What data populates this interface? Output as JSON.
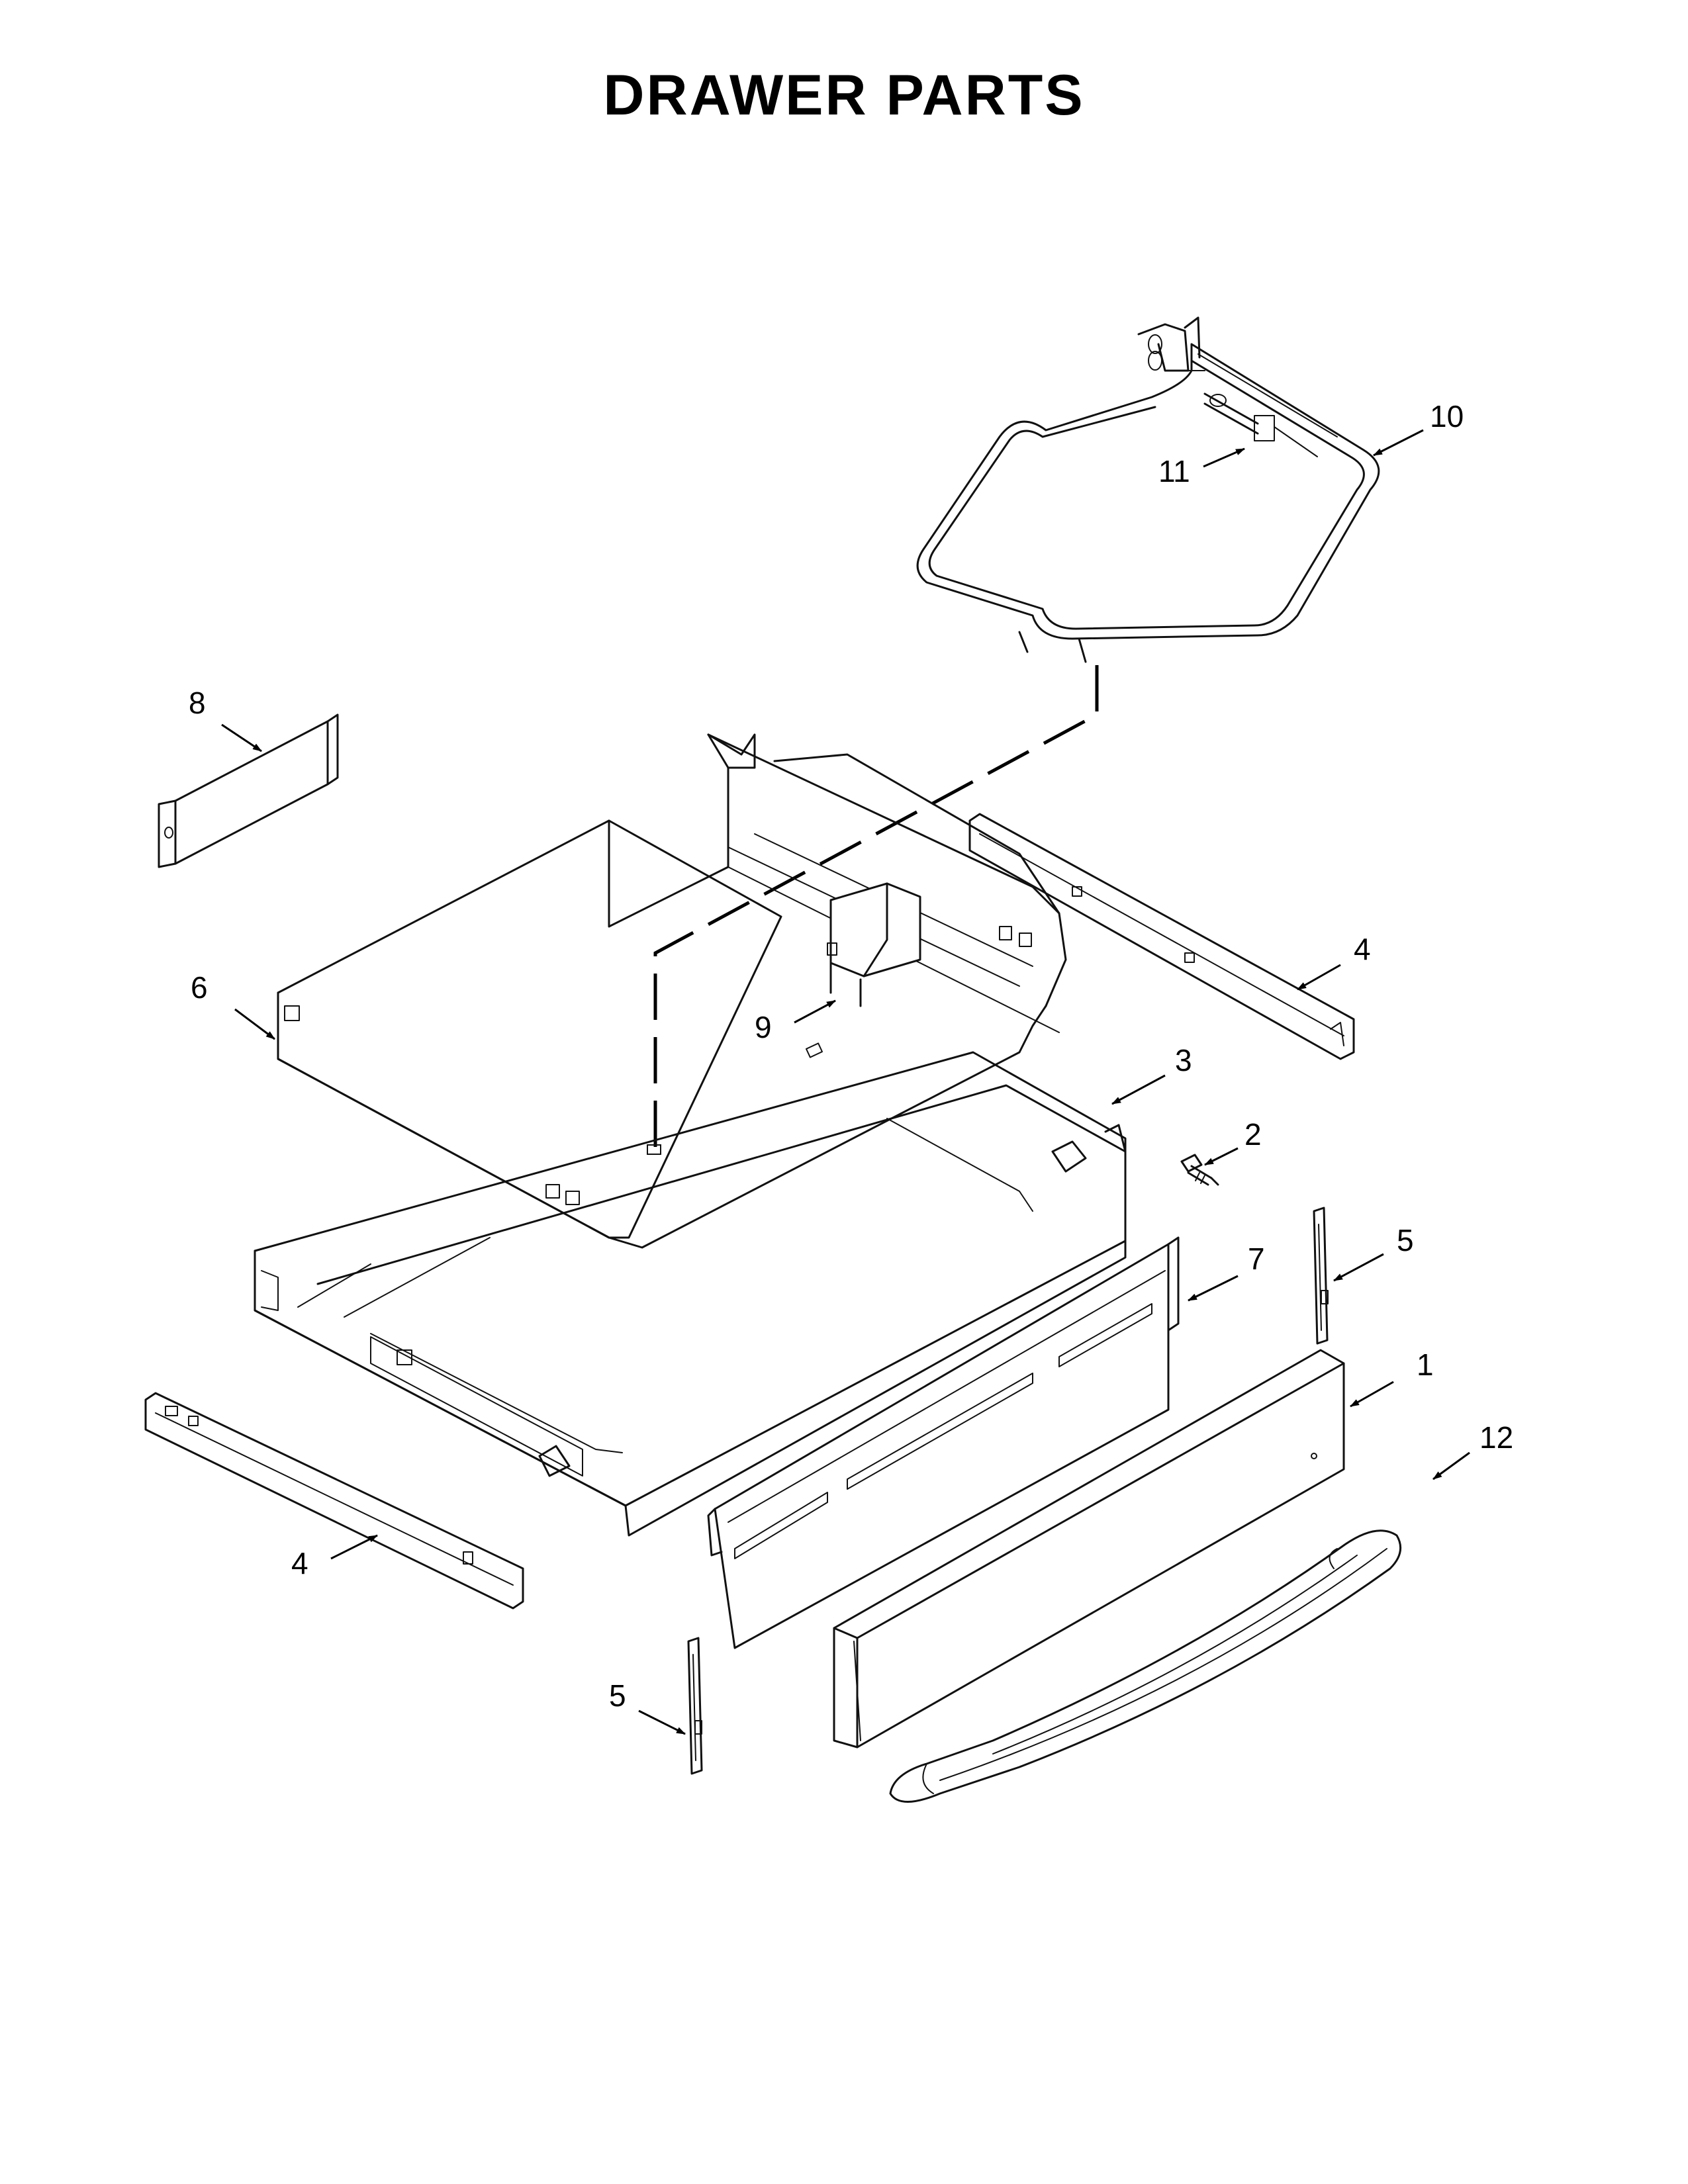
{
  "title": "DRAWER PARTS",
  "parts": [
    {
      "id": "drawer-front-panel",
      "label": "1"
    },
    {
      "id": "screw",
      "label": "2"
    },
    {
      "id": "drawer-liner",
      "label": "3"
    },
    {
      "id": "slide-rail-right",
      "label": "4"
    },
    {
      "id": "slide-rail-left",
      "label": "4"
    },
    {
      "id": "bracket-right",
      "label": "5"
    },
    {
      "id": "bracket-left",
      "label": "5"
    },
    {
      "id": "drawer-body",
      "label": "6"
    },
    {
      "id": "inner-panel",
      "label": "7"
    },
    {
      "id": "rear-panel",
      "label": "8"
    },
    {
      "id": "element-support",
      "label": "9"
    },
    {
      "id": "heating-element",
      "label": "10"
    },
    {
      "id": "sensor",
      "label": "11"
    },
    {
      "id": "handle",
      "label": "12"
    }
  ]
}
